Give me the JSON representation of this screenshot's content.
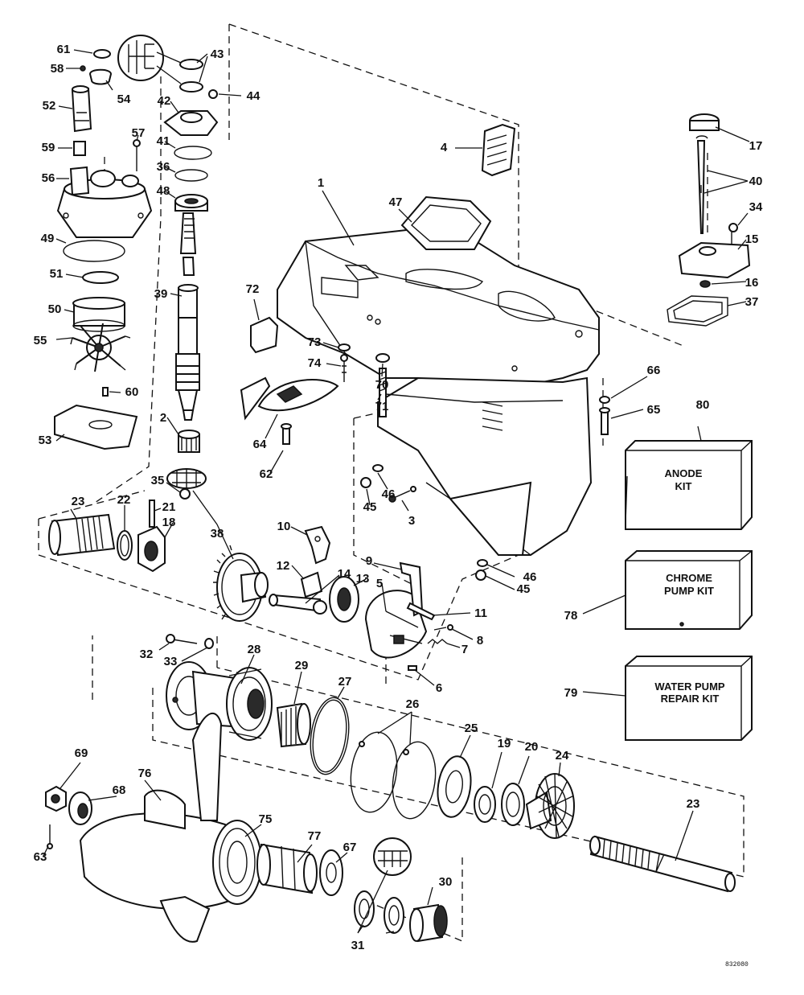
{
  "kits": {
    "anode": {
      "number": "80",
      "line1": "ANODE",
      "line2": "KIT"
    },
    "chrome": {
      "number": "78",
      "line1": "CHROME",
      "line2": "PUMP KIT"
    },
    "water": {
      "number": "79",
      "line1": "WATER PUMP",
      "line2": "REPAIR KIT"
    }
  },
  "drawing_code": "832080",
  "callouts": [
    {
      "n": "61"
    },
    {
      "n": "58"
    },
    {
      "n": "54"
    },
    {
      "n": "52"
    },
    {
      "n": "43"
    },
    {
      "n": "44"
    },
    {
      "n": "42"
    },
    {
      "n": "57"
    },
    {
      "n": "59"
    },
    {
      "n": "41"
    },
    {
      "n": "36"
    },
    {
      "n": "56"
    },
    {
      "n": "48"
    },
    {
      "n": "49"
    },
    {
      "n": "51"
    },
    {
      "n": "39"
    },
    {
      "n": "50"
    },
    {
      "n": "55"
    },
    {
      "n": "60"
    },
    {
      "n": "2"
    },
    {
      "n": "53"
    },
    {
      "n": "35"
    },
    {
      "n": "23"
    },
    {
      "n": "22"
    },
    {
      "n": "21"
    },
    {
      "n": "18"
    },
    {
      "n": "38"
    },
    {
      "n": "4"
    },
    {
      "n": "1"
    },
    {
      "n": "47"
    },
    {
      "n": "72"
    },
    {
      "n": "73"
    },
    {
      "n": "74"
    },
    {
      "n": "70"
    },
    {
      "n": "71"
    },
    {
      "n": "64"
    },
    {
      "n": "62"
    },
    {
      "n": "17"
    },
    {
      "n": "40"
    },
    {
      "n": "34"
    },
    {
      "n": "15"
    },
    {
      "n": "16"
    },
    {
      "n": "37"
    },
    {
      "n": "66"
    },
    {
      "n": "65"
    },
    {
      "n": "46"
    },
    {
      "n": "45"
    },
    {
      "n": "3"
    },
    {
      "n": "10"
    },
    {
      "n": "12"
    },
    {
      "n": "14"
    },
    {
      "n": "13"
    },
    {
      "n": "5"
    },
    {
      "n": "9"
    },
    {
      "n": "11"
    },
    {
      "n": "8"
    },
    {
      "n": "7"
    },
    {
      "n": "6"
    },
    {
      "n": "46"
    },
    {
      "n": "45"
    },
    {
      "n": "32"
    },
    {
      "n": "33"
    },
    {
      "n": "28"
    },
    {
      "n": "29"
    },
    {
      "n": "27"
    },
    {
      "n": "26"
    },
    {
      "n": "25"
    },
    {
      "n": "19"
    },
    {
      "n": "20"
    },
    {
      "n": "24"
    },
    {
      "n": "23"
    },
    {
      "n": "69"
    },
    {
      "n": "68"
    },
    {
      "n": "76"
    },
    {
      "n": "63"
    },
    {
      "n": "75"
    },
    {
      "n": "77"
    },
    {
      "n": "67"
    },
    {
      "n": "30"
    },
    {
      "n": "31"
    }
  ]
}
